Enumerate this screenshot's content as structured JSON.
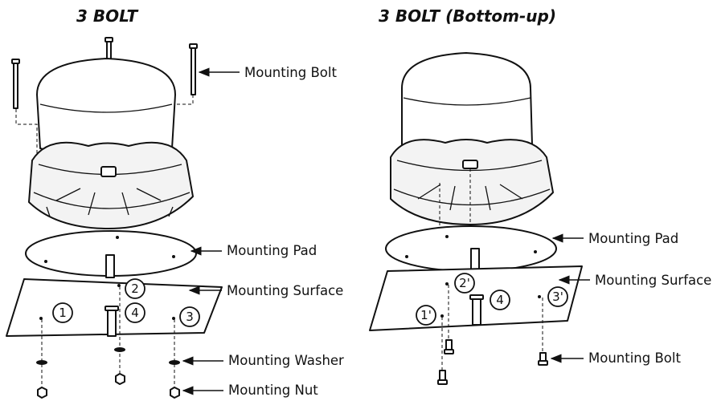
{
  "titles": {
    "left": "3 BOLT",
    "right": "3 BOLT (Bottom-up)"
  },
  "labels": {
    "left_bolt": "Mounting Bolt",
    "left_pad": "Mounting Pad",
    "left_surface": "Mounting Surface",
    "left_washer": "Mounting Washer",
    "left_nut": "Mounting Nut",
    "right_pad": "Mounting Pad",
    "right_surface": "Mounting Surface",
    "right_bolt": "Mounting Bolt"
  },
  "steps": {
    "left": [
      "1",
      "2",
      "3",
      "4"
    ],
    "right": [
      "1'",
      "2'",
      "3'",
      "4"
    ]
  }
}
